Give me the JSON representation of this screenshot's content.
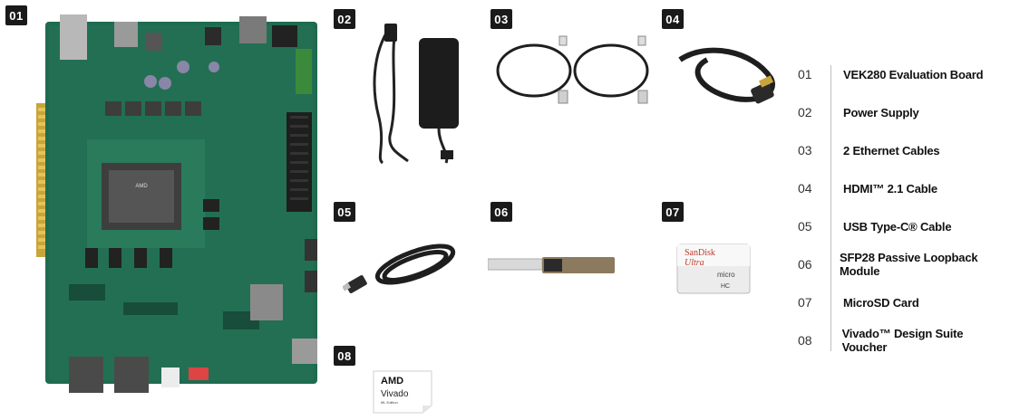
{
  "badges": [
    "01",
    "02",
    "03",
    "04",
    "05",
    "06",
    "07",
    "08"
  ],
  "legend": [
    {
      "num": "01",
      "label": "VEK280 Evaluation Board"
    },
    {
      "num": "02",
      "label": "Power Supply"
    },
    {
      "num": "03",
      "label": "2 Ethernet Cables"
    },
    {
      "num": "04",
      "label": "HDMI™ 2.1 Cable"
    },
    {
      "num": "05",
      "label": "USB Type-C® Cable"
    },
    {
      "num": "06",
      "label": "SFP28 Passive Loopback Module"
    },
    {
      "num": "07",
      "label": "MicroSD Card"
    },
    {
      "num": "08",
      "label": "Vivado™ Design Suite Voucher"
    }
  ],
  "chip_brand": "AMD",
  "sd_card": {
    "brand": "SanDisk",
    "line": "Ultra",
    "type": "micro",
    "hc": "HC"
  },
  "voucher": {
    "brand": "AMD",
    "product": "Vivado",
    "edition": "ML Edition"
  },
  "colors": {
    "pcb": "#1f6b4f",
    "badge": "#1a1a1a",
    "text": "#111111"
  }
}
